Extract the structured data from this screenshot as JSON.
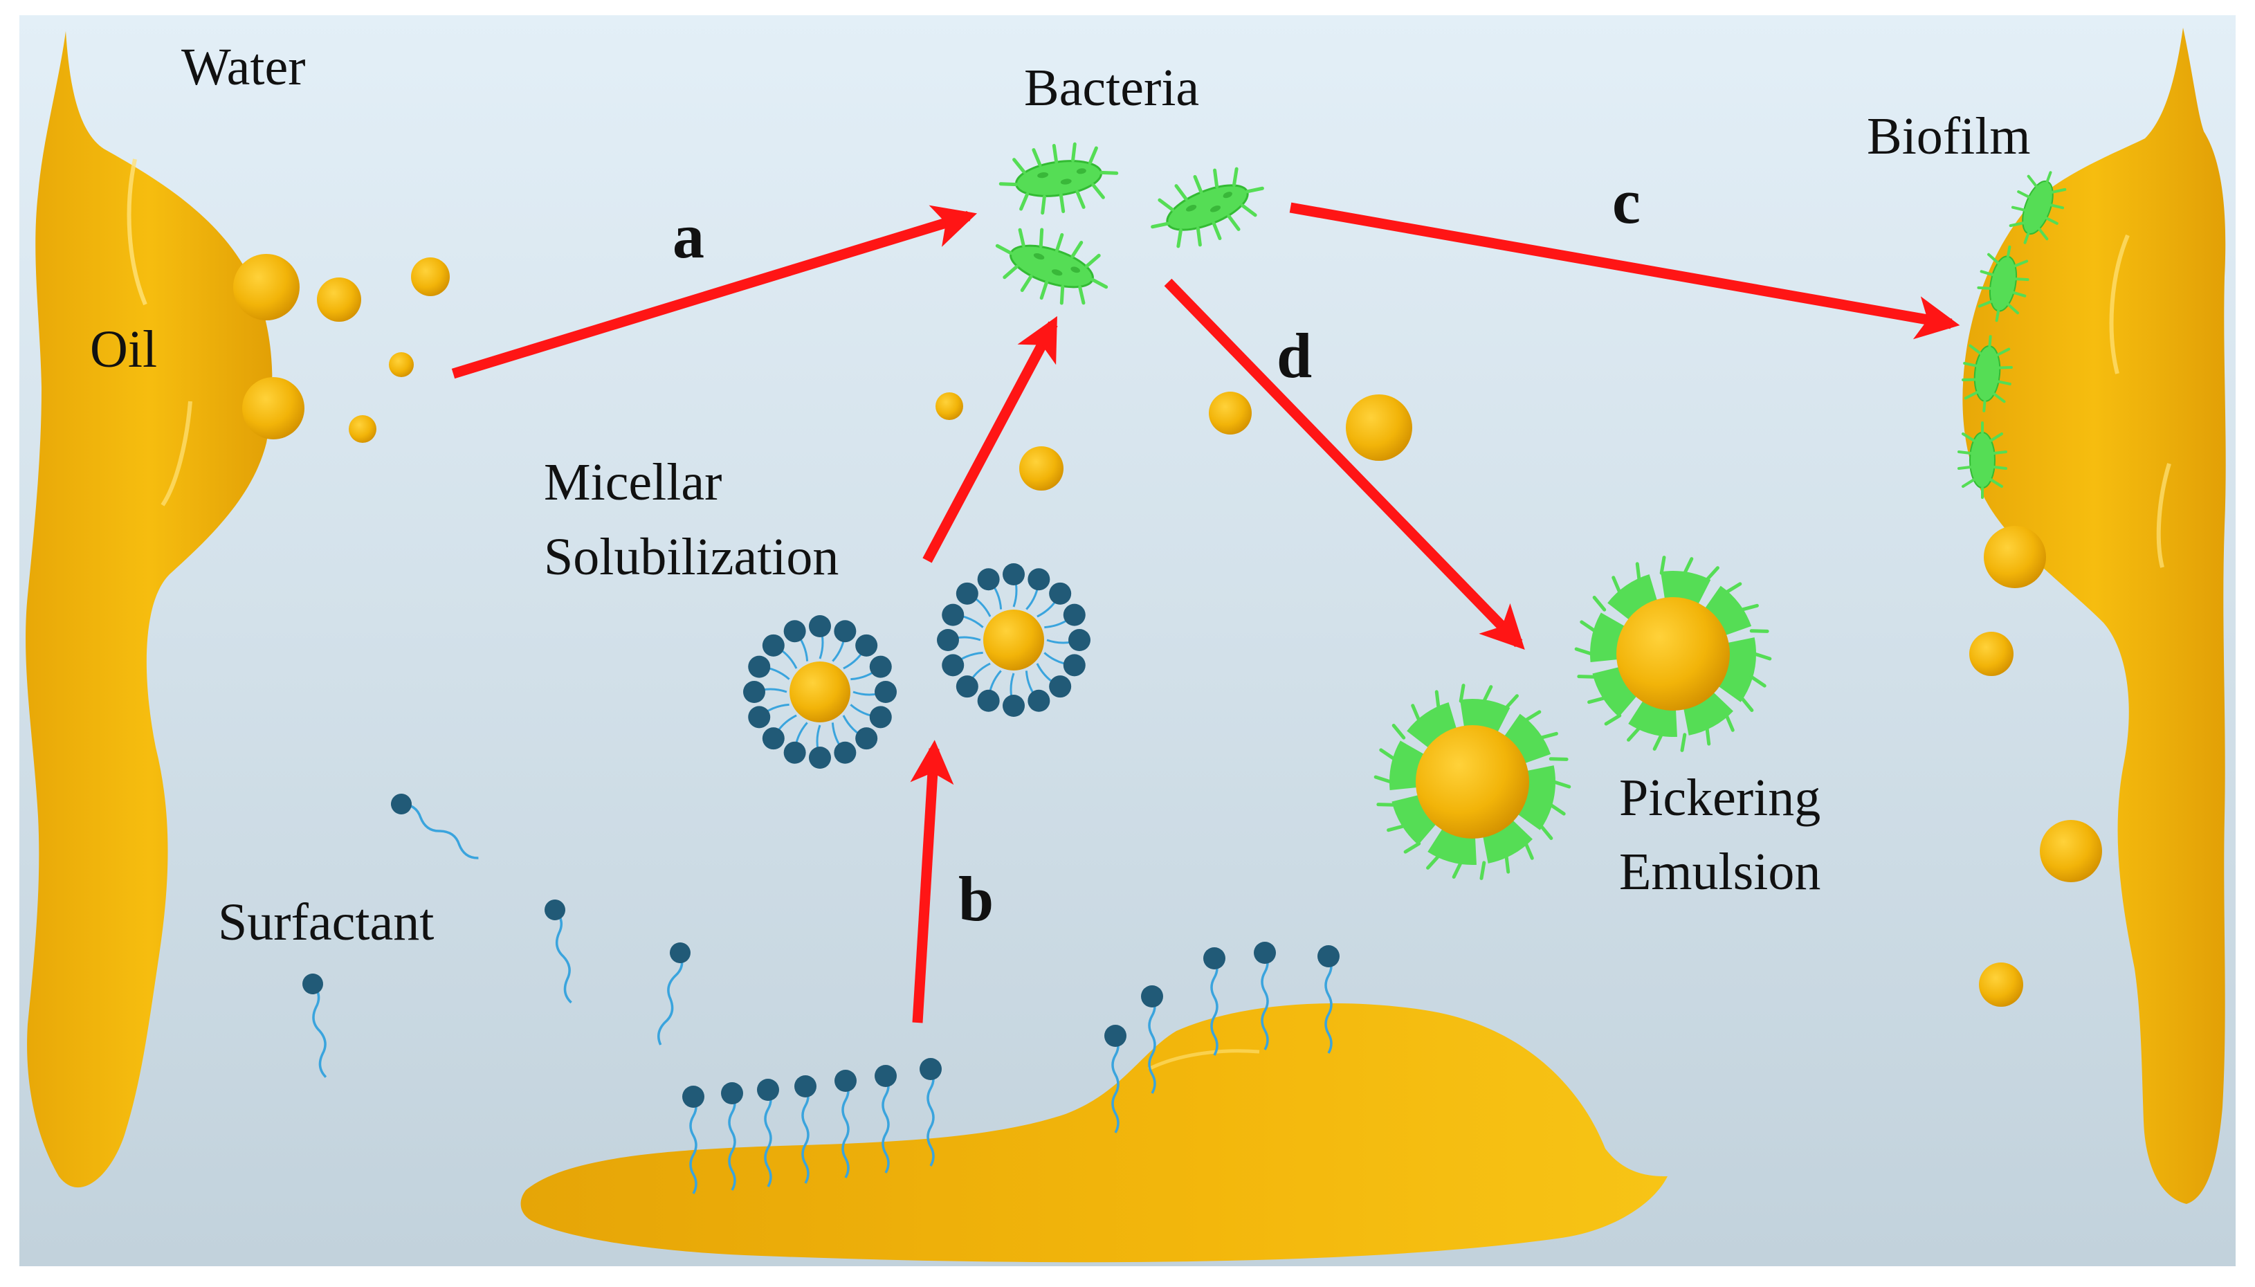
{
  "colors": {
    "oil": "#F2B409",
    "oil_dark": "#D99A05",
    "bacteria": "#55DD55",
    "bacteria_dark": "#2BB52B",
    "arrow": "#FF1515",
    "surfactant_head": "#215A77",
    "surfactant_tail": "#3AA4DD",
    "water_top": "#E2EEF6",
    "water_bottom": "#C3D3DD"
  },
  "labels": {
    "water": "Water",
    "oil": "Oil",
    "bacteria": "Bacteria",
    "biofilm": "Biofilm",
    "micellar_line1": "Micellar",
    "micellar_line2": "Solubilization",
    "surfactant": "Surfactant",
    "pickering_line1": "Pickering",
    "pickering_line2": "Emulsion"
  },
  "steps": {
    "a": "a",
    "b": "b",
    "c": "c",
    "d": "d"
  },
  "icons": {
    "oil_droplet": "circle-gradient",
    "bacterium": "rod-with-spikes",
    "surfactant": "head-and-tail",
    "micelle": "ring-of-surfactants",
    "arrow": "red-arrow"
  }
}
